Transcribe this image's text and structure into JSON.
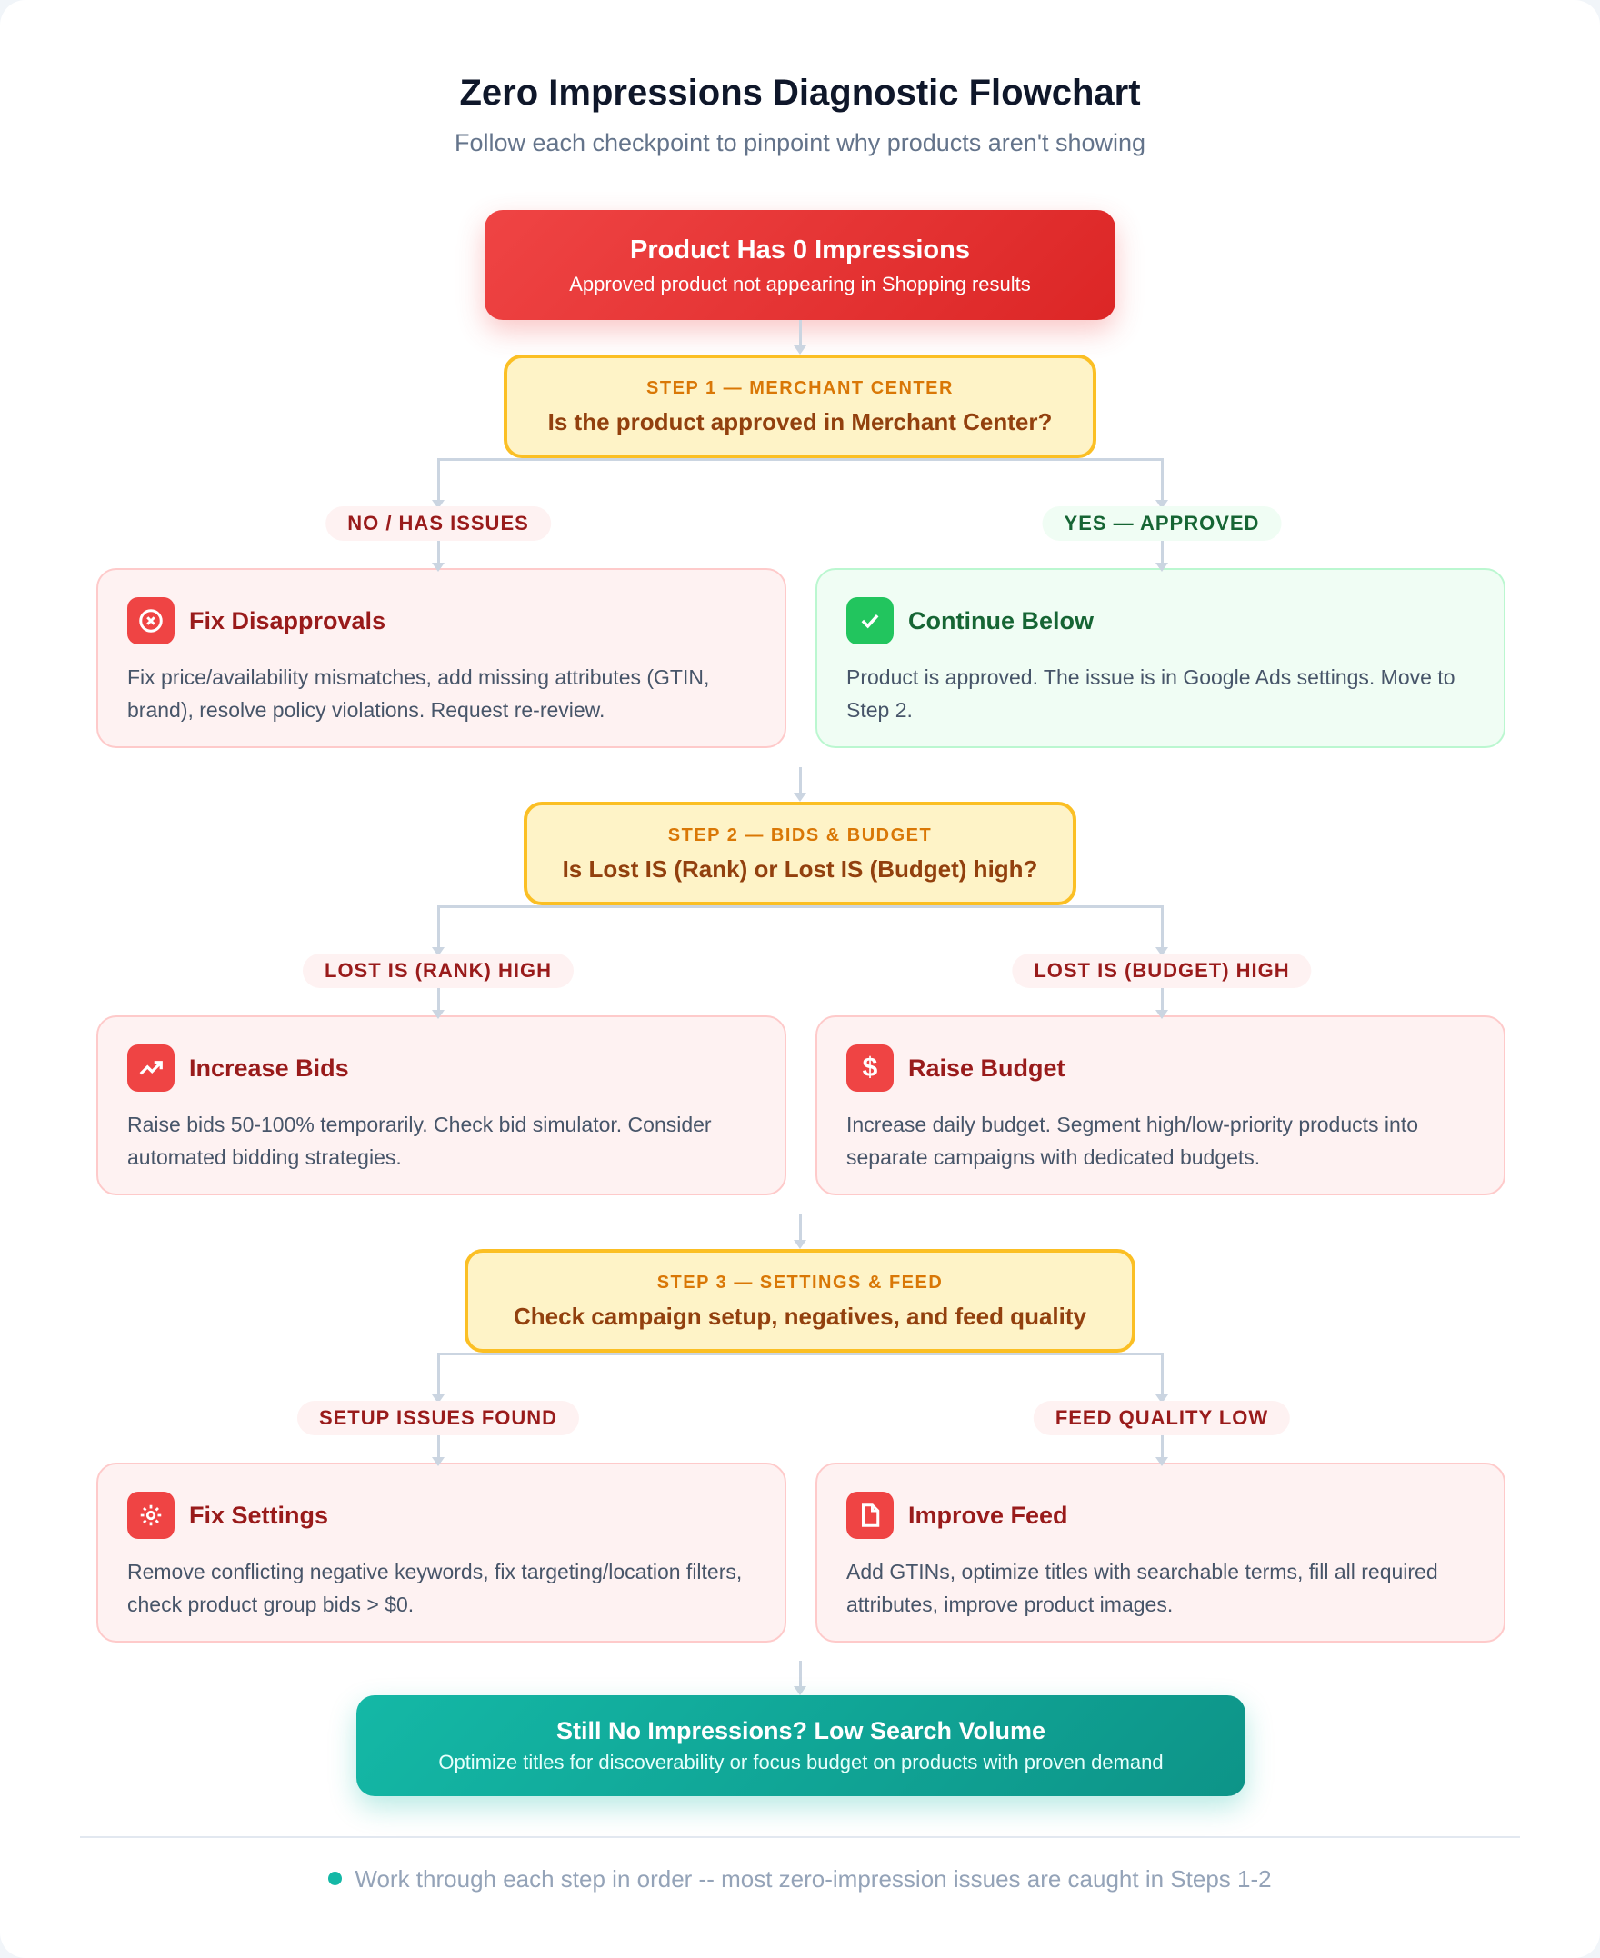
{
  "header": {
    "title": "Zero Impressions Diagnostic Flowchart",
    "subtitle": "Follow each checkpoint to pinpoint why products aren't showing"
  },
  "start": {
    "title": "Product Has 0 Impressions",
    "subtitle": "Approved product not appearing in Shopping results"
  },
  "steps": [
    {
      "kicker": "STEP 1 — MERCHANT CENTER",
      "question": "Is the product approved in Merchant Center?",
      "left": {
        "label": "NO / HAS ISSUES",
        "icon": "x-circle-icon",
        "title": "Fix Disapprovals",
        "desc": "Fix price/availability mismatches, add missing attributes (GTIN, brand), resolve policy violations. Request re-review."
      },
      "right": {
        "label": "YES — APPROVED",
        "icon": "check-icon",
        "title": "Continue Below",
        "desc": "Product is approved. The issue is in Google Ads settings. Move to Step 2."
      }
    },
    {
      "kicker": "STEP 2 — BIDS & BUDGET",
      "question": "Is Lost IS (Rank) or Lost IS (Budget) high?",
      "left": {
        "label": "LOST IS (RANK) HIGH",
        "icon": "trending-up-icon",
        "title": "Increase Bids",
        "desc": "Raise bids 50-100% temporarily. Check bid simulator. Consider automated bidding strategies."
      },
      "right": {
        "label": "LOST IS (BUDGET) HIGH",
        "icon": "dollar-icon",
        "title": "Raise Budget",
        "desc": "Increase daily budget. Segment high/low-priority products into separate campaigns with dedicated budgets."
      }
    },
    {
      "kicker": "STEP 3 — SETTINGS & FEED",
      "question": "Check campaign setup, negatives, and feed quality",
      "left": {
        "label": "SETUP ISSUES FOUND",
        "icon": "settings-icon",
        "title": "Fix Settings",
        "desc": "Remove conflicting negative keywords, fix targeting/location filters, check product group bids > $0."
      },
      "right": {
        "label": "FEED QUALITY LOW",
        "icon": "file-icon",
        "title": "Improve Feed",
        "desc": "Add GTINs, optimize titles with searchable terms, fill all required attributes, improve product images."
      }
    }
  ],
  "end": {
    "title": "Still No Impressions? Low Search Volume",
    "subtitle": "Optimize titles for discoverability or focus budget on products with proven demand"
  },
  "footer": {
    "note": "Work through each step in order -- most zero-impression issues are caught in Steps 1-2"
  },
  "colors": {
    "start": "#ef4444",
    "step": "#fef3c7",
    "step_border": "#fbbf24",
    "problem": "#fef2f2",
    "ok": "#f0fdf4",
    "end": "#14b8a6"
  }
}
